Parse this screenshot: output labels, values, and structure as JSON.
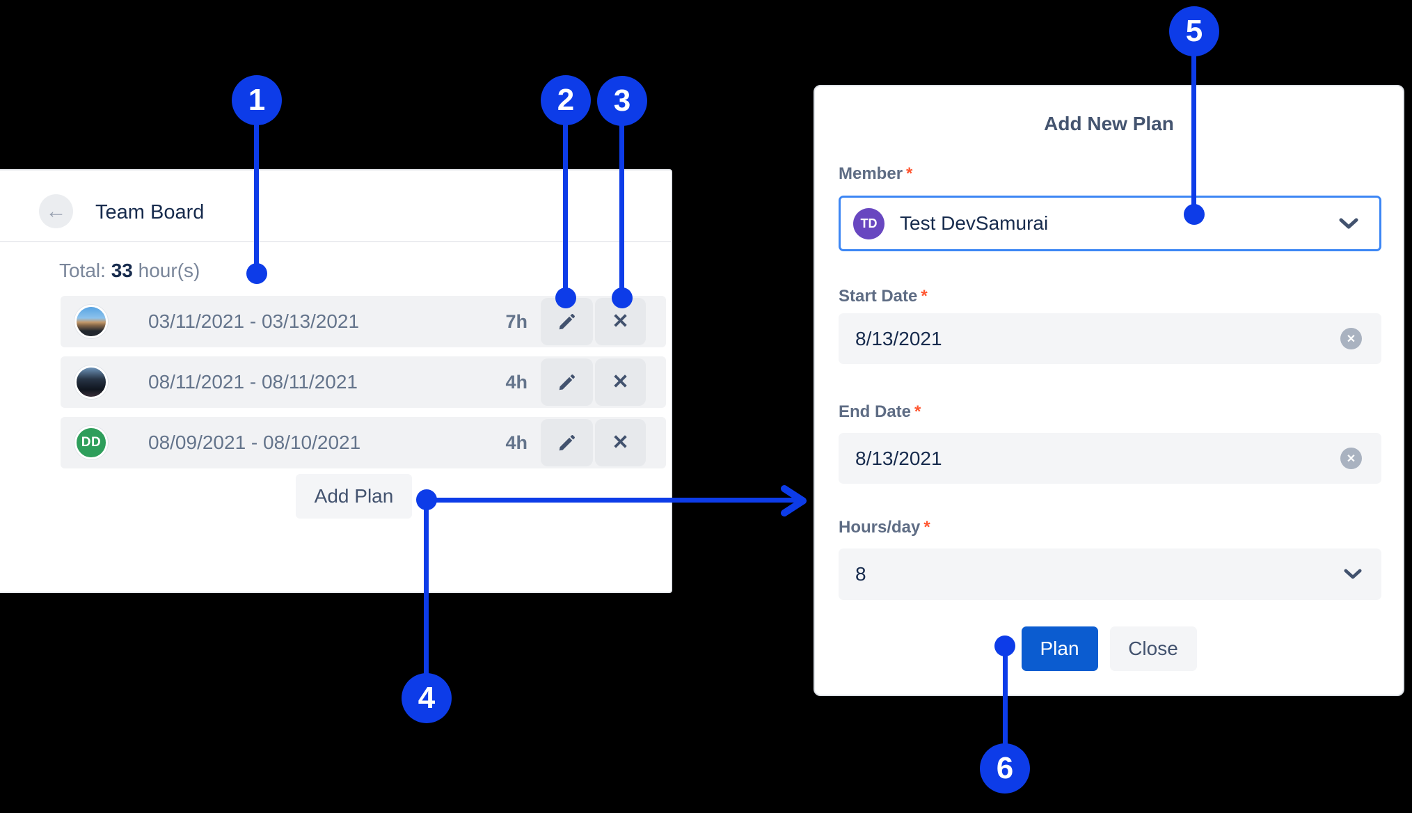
{
  "team_board": {
    "title": "Team Board",
    "back_icon": "←",
    "total_prefix": "Total:",
    "total_value": "33",
    "total_suffix": "hour(s)",
    "rows": [
      {
        "avatar": "photo-male-sky",
        "date_range": "03/11/2021 - 03/13/2021",
        "hours": "7h"
      },
      {
        "avatar": "photo-person-dark",
        "date_range": "08/11/2021 - 08/11/2021",
        "hours": "4h"
      },
      {
        "avatar": "initials",
        "initials": "DD",
        "date_range": "08/09/2021 - 08/10/2021",
        "hours": "4h"
      }
    ],
    "row_actions": {
      "edit_icon": "pencil-icon",
      "delete_icon": "✕"
    },
    "add_plan_label": "Add Plan"
  },
  "dialog": {
    "title": "Add New Plan",
    "member": {
      "label": "Member",
      "required": "*",
      "value": "Test DevSamurai",
      "avatar_initials": "TD"
    },
    "start_date": {
      "label": "Start Date",
      "required": "*",
      "value": "8/13/2021",
      "clear_icon": "✕"
    },
    "end_date": {
      "label": "End Date",
      "required": "*",
      "value": "8/13/2021",
      "clear_icon": "✕"
    },
    "hours_per_day": {
      "label": "Hours/day",
      "required": "*",
      "value": "8"
    },
    "plan_button": "Plan",
    "close_button": "Close"
  },
  "annotations": {
    "accent_color": "#0d3ce8",
    "callouts": [
      "1",
      "2",
      "3",
      "4",
      "5",
      "6"
    ]
  },
  "colors": {
    "plan_button": "#0b5cd0",
    "member_border": "#3c86f4",
    "member_avatar": "#6847c0",
    "dd_avatar": "#2e9e5b",
    "required_asterisk": "#ff5630",
    "row_background": "#f1f2f4"
  }
}
